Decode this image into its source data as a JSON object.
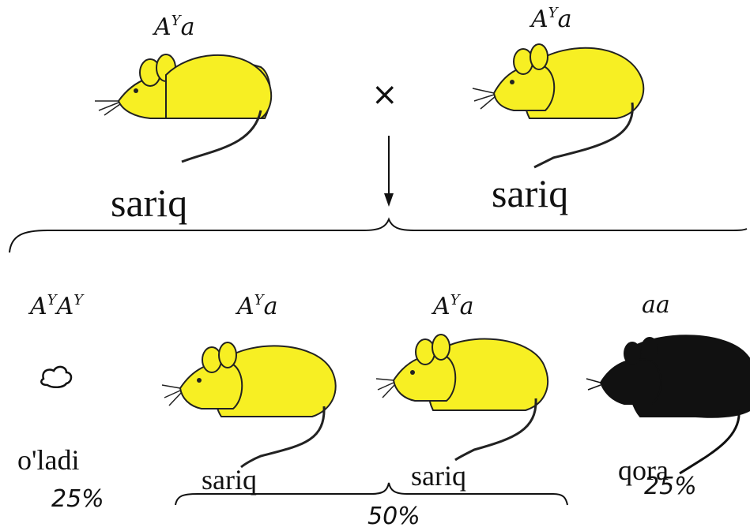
{
  "parents": {
    "left": {
      "genotype_base": "A",
      "genotype_sup": "Y",
      "genotype_tail": "a",
      "phenotype": "sariq",
      "color": "#f7ef23"
    },
    "right": {
      "genotype_base": "A",
      "genotype_sup": "Y",
      "genotype_tail": "a",
      "phenotype": "sariq",
      "color": "#f7ef23"
    },
    "cross_symbol": "×"
  },
  "offspring": [
    {
      "genotype_base": "A",
      "genotype_sup": "Y",
      "genotype_base2": "A",
      "genotype_sup2": "Y",
      "phenotype": "o'ladi",
      "percent": "25%"
    },
    {
      "genotype_base": "A",
      "genotype_sup": "Y",
      "genotype_tail": "a",
      "phenotype": "sariq",
      "color": "#f7ef23"
    },
    {
      "genotype_base": "A",
      "genotype_sup": "Y",
      "genotype_tail": "a",
      "phenotype": "sariq",
      "color": "#f7ef23"
    },
    {
      "genotype_plain": "aa",
      "phenotype": "qora",
      "percent": "25%",
      "color": "#111111"
    }
  ],
  "group_percent": "50%",
  "icons": [
    "mouse-icon",
    "dead-embryo-icon",
    "down-arrow-icon",
    "brace-icon"
  ]
}
